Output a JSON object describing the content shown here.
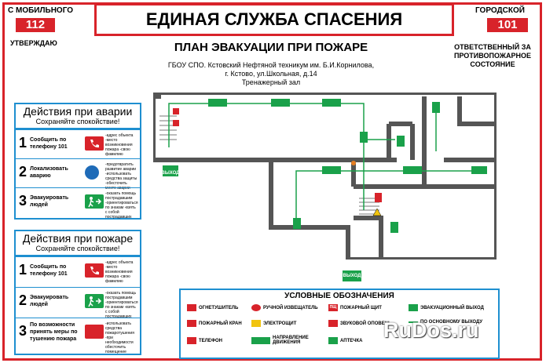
{
  "header": {
    "title": "ЕДИНАЯ СЛУЖБА СПАСЕНИЯ",
    "left_label": "С МОБИЛЬНОГО",
    "left_number": "112",
    "left_bottom": "УТВЕРЖДАЮ",
    "right_label": "ГОРОДСКОЙ",
    "right_number": "101",
    "right_bottom": "ОТВЕТСТВЕННЫЙ ЗА ПРОТИВОПОЖАРНОЕ СОСТОЯНИЕ"
  },
  "plan": {
    "title": "ПЛАН ЭВАКУАЦИИ ПРИ ПОЖАРЕ",
    "org_line1": "ГБОУ СПО. Кстовский Нефтяной техникум им. Б.И.Корнилова,",
    "org_line2": "г. Кстово, ул.Школьная, д.14",
    "org_line3": "Тренажерный зал",
    "exit_label": "ВЫХОД"
  },
  "panel_accident": {
    "title": "Действия при аварии",
    "subtitle": "Сохраняйте спокойствие!",
    "steps": [
      {
        "n": "1",
        "label": "Сообщить по телефону 101",
        "desc": "-адрес объекта -место возникновения пожара -свою фамилию"
      },
      {
        "n": "2",
        "label": "Локализовать аварию",
        "desc": "-предотвратить развитие аварии -использовать средства защиты -обесточить место аварии"
      },
      {
        "n": "3",
        "label": "Эвакуировать людей",
        "desc": "-оказать помощь пострадавшим -ориентироваться по знакам -взять с собой пострадавших"
      }
    ]
  },
  "panel_fire": {
    "title": "Действия при пожаре",
    "subtitle": "Сохраняйте спокойствие!",
    "steps": [
      {
        "n": "1",
        "label": "Сообщить по телефону 101",
        "desc": "-адрес объекта -место возникновения пожара -свою фамилию"
      },
      {
        "n": "2",
        "label": "Эвакуировать людей",
        "desc": "-оказать помощь пострадавшим -ориентироваться по знакам -взять с собой пострадавших"
      },
      {
        "n": "3",
        "label": "По возможности принять меры по тушению пожара",
        "desc": "-использовать средства пожаротушения -при необходимости обесточить помещение"
      }
    ]
  },
  "legend": {
    "title": "УСЛОВНЫЕ ОБОЗНАЧЕНИЯ",
    "items": [
      "ОГНЕТУШИТЕЛЬ",
      "РУЧНОЙ ИЗВЕЩАТЕЛЬ",
      "ПОЖАРНЫЙ ЩИТ",
      "ЭВАКУАЦИОННЫЙ ВЫХОД",
      "ПОЖАРНЫЙ КРАН",
      "ЭЛЕКТРОЩИТ",
      "ЗВУКОВОЙ ОПОВЕЩ",
      "ПО ОСНОВНОМУ ВЫХОДУ",
      "ТЕЛЕФОН",
      "НАПРАВЛЕНИЕ ДВИЖЕНИЯ",
      "АПТЕЧКА"
    ],
    "shield_code": "ПЩ"
  },
  "watermark": "RuDos.ru",
  "colors": {
    "red": "#d8232a",
    "blue": "#1e8fd0",
    "green": "#1aa14a"
  }
}
